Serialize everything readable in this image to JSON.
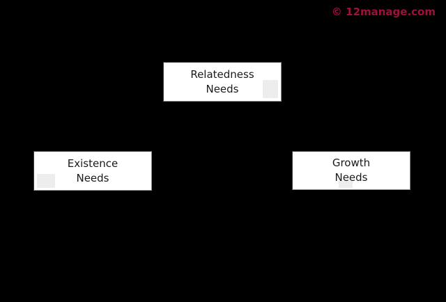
{
  "watermark": {
    "text": "© 12manage.com",
    "color": "#9E1138"
  },
  "diagram": {
    "type": "concept-diagram",
    "background_color": "#000000",
    "node_fill_color": "#FFFFFF",
    "node_border_color": "#3F3F3F",
    "node_text_color": "#1A1A1A",
    "nodes": [
      {
        "id": "relatedness-needs",
        "lines": [
          "Relatedness",
          "Needs"
        ]
      },
      {
        "id": "existence-needs",
        "lines": [
          "Existence",
          "Needs"
        ]
      },
      {
        "id": "growth-needs",
        "lines": [
          "Growth",
          "Needs"
        ]
      }
    ]
  }
}
